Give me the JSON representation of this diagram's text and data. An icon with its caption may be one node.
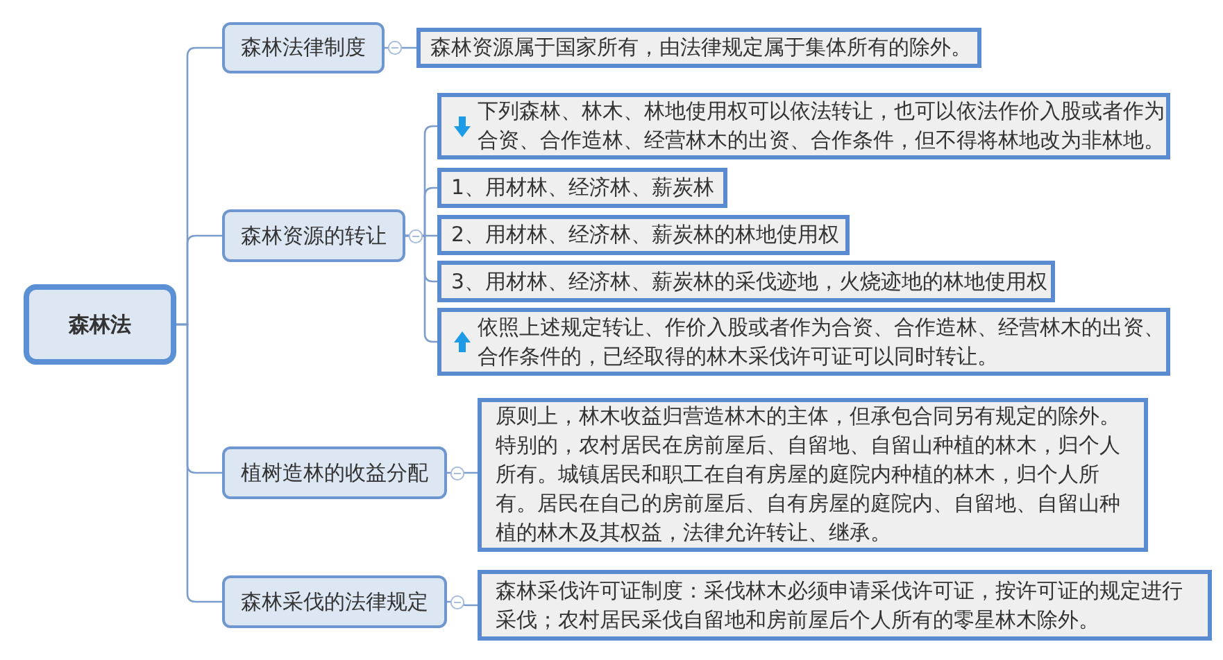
{
  "diagram": {
    "nodes": [
      {
        "text": [
          "森林法"
        ]
      },
      {
        "text": [
          "森林法律制度"
        ]
      },
      {
        "text": [
          "森林资源属于国家所有，由法律规定属于集体所有的除外。"
        ]
      },
      {
        "text": [
          "森林资源的转让"
        ]
      },
      {
        "text": [
          "下列森林、林木、林地使用权可以依法转让，也可以依法作价入股或者作为合资、合作造林、经营林木的出资、合作条件，但不得将林地改为非林地。"
        ]
      },
      {
        "text": [
          "1、用材林、经济林、薪炭林"
        ]
      },
      {
        "text": [
          "2、用材林、经济林、薪炭林的林地使用权"
        ]
      },
      {
        "text": [
          "3、用材林、经济林、薪炭林的采伐迹地，火烧迹地的林地使用权"
        ]
      },
      {
        "text": [
          "依照上述规定转让、作价入股或者作为合资、合作造林、经营林木的出资、合作条件的，已经取得的林木采伐许可证可以同时转让。"
        ]
      },
      {
        "text": [
          "植树造林的收益分配"
        ]
      },
      {
        "text": [
          "原则上，林木收益归营造林木的主体，但承包合同另有规定的除外。特别的，农村居民在房前屋后、自留地、自留山种植的林木，归个人所有。城镇居民和职工在自有房屋的庭院内种植的林木，归个人所有。居民在自己的房前屋后、自有房屋的庭院内、自留地、自留山种植的林木及其权益，法律允许转让、继承。"
        ]
      },
      {
        "text": [
          "森林采伐的法律规定"
        ]
      },
      {
        "text": [
          "森林采伐许可证制度：采伐林木必须申请采伐许可证，按许可证的规定进行采伐；农村居民采伐自留地和房前屋后个人所有的零星林木除外。"
        ]
      }
    ],
    "edges": [
      {
        "from": 0,
        "to": 1,
        "arrow": "none"
      },
      {
        "from": 1,
        "to": 2,
        "arrow": "none"
      },
      {
        "from": 0,
        "to": 3,
        "arrow": "none"
      },
      {
        "from": 3,
        "to": 4,
        "arrow": "none"
      },
      {
        "from": 3,
        "to": 5,
        "arrow": "none"
      },
      {
        "from": 3,
        "to": 6,
        "arrow": "none"
      },
      {
        "from": 3,
        "to": 7,
        "arrow": "none"
      },
      {
        "from": 3,
        "to": 8,
        "arrow": "none"
      },
      {
        "from": 0,
        "to": 9,
        "arrow": "none"
      },
      {
        "from": 9,
        "to": 10,
        "arrow": "none"
      },
      {
        "from": 0,
        "to": 11,
        "arrow": "none"
      },
      {
        "from": 11,
        "to": 12,
        "arrow": "none"
      }
    ]
  }
}
